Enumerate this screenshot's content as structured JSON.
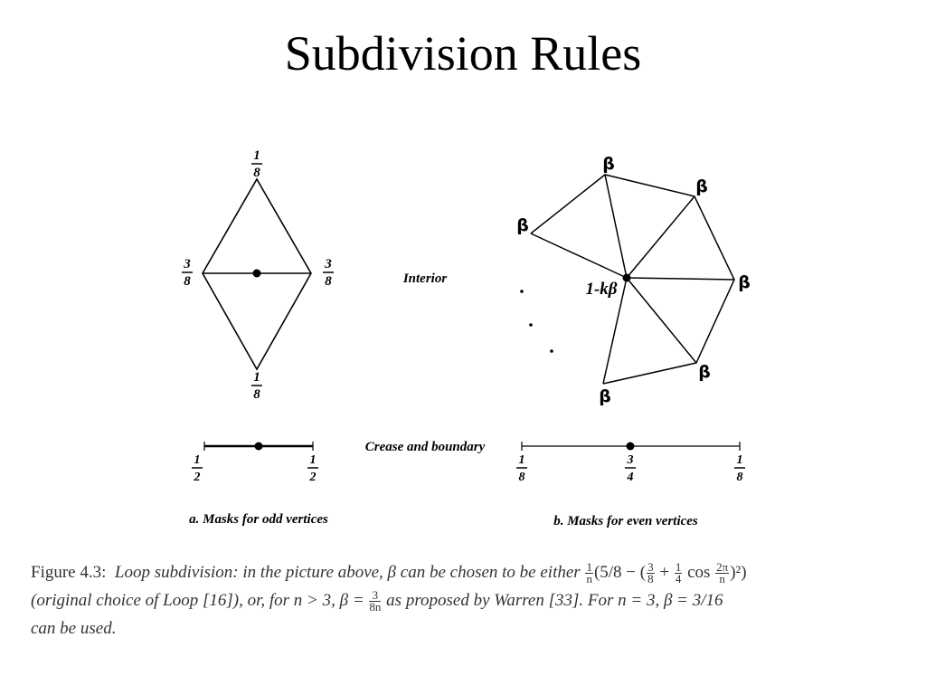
{
  "title": "Subdivision Rules",
  "odd": {
    "top_num": "1",
    "top_den": "8",
    "left_num": "3",
    "left_den": "8",
    "right_num": "3",
    "right_den": "8",
    "bottom_num": "1",
    "bottom_den": "8",
    "crease_left_num": "1",
    "crease_left_den": "2",
    "crease_right_num": "1",
    "crease_right_den": "2",
    "caption": "a.  Masks for odd vertices"
  },
  "interior_label": "Interior",
  "crease_label": "Crease and boundary",
  "even": {
    "beta": "β",
    "center_label": "1-kβ",
    "crease_left_num": "1",
    "crease_left_den": "8",
    "crease_mid_num": "3",
    "crease_mid_den": "4",
    "crease_right_num": "1",
    "crease_right_den": "8",
    "caption": "b.  Masks for even vertices"
  },
  "figure_caption": {
    "label": "Figure 4.3:",
    "part1": "Loop subdivision: in the picture above, β can be chosen to be either",
    "f1_num": "1",
    "f1_den": "n",
    "part2": "(5/8 − (",
    "f2_num": "3",
    "f2_den": "8",
    "part3": "+",
    "f3_num": "1",
    "f3_den": "4",
    "part4": "cos",
    "f4_num": "2π",
    "f4_den": "n",
    "part5": ")²)",
    "line2a": "(original choice of Loop [16]), or, for n > 3, β =",
    "f5_num": "3",
    "f5_den": "8n",
    "line2b": "as proposed by Warren [33].  For n = 3, β = 3/16",
    "line3": "can be used."
  }
}
